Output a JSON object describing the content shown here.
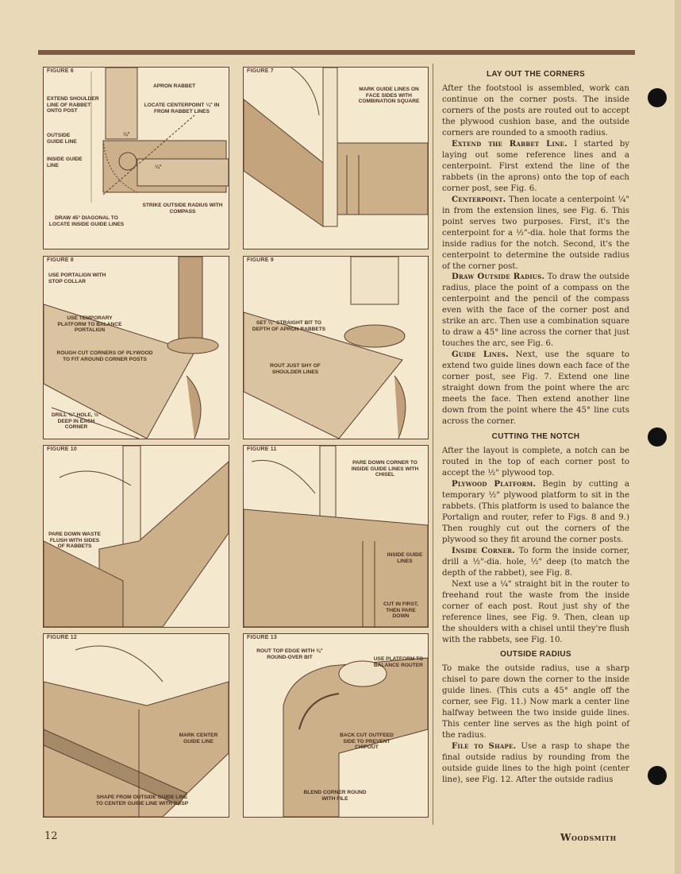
{
  "figures": [
    {
      "label": "FIGURE 6",
      "callouts": [
        "APRON RABBET",
        "EXTEND SHOULDER LINE OF RABBET ONTO POST",
        "LOCATE CENTERPOINT ¼\" IN FROM RABBET LINES",
        "OUTSIDE GUIDE LINE",
        "INSIDE GUIDE LINE",
        "STRIKE OUTSIDE RADIUS WITH COMPASS",
        "DRAW 45° DIAGONAL TO LOCATE INSIDE GUIDE LINES"
      ],
      "dims": [
        "¼\"",
        "¼\""
      ]
    },
    {
      "label": "FIGURE 7",
      "callouts": [
        "MARK GUIDE LINES ON FACE SIDES WITH COMBINATION SQUARE"
      ]
    },
    {
      "label": "FIGURE 8",
      "callouts": [
        "USE PORTALIGN WITH STOP COLLAR",
        "USE TEMPORARY PLATFORM TO BALANCE PORTALIGN",
        "ROUGH CUT CORNERS OF PLYWOOD TO FIT AROUND CORNER POSTS",
        "DRILL ½\" HOLE, ½\" DEEP IN EACH CORNER"
      ]
    },
    {
      "label": "FIGURE 9",
      "callouts": [
        "SET ¼\" STRAIGHT BIT TO DEPTH OF APRON RABBETS",
        "ROUT JUST SHY OF SHOULDER LINES"
      ]
    },
    {
      "label": "FIGURE 10",
      "callouts": [
        "PARE DOWN WASTE FLUSH WITH SIDES OF RABBETS"
      ]
    },
    {
      "label": "FIGURE 11",
      "callouts": [
        "PARE DOWN CORNER TO INSIDE GUIDE LINES WITH CHISEL",
        "INSIDE GUIDE LINES",
        "CUT IN FIRST, THEN PARE DOWN"
      ]
    },
    {
      "label": "FIGURE 12",
      "callouts": [
        "MARK CENTER GUIDE LINE",
        "SHAPE FROM OUTSIDE GUIDE LINE TO CENTER GUIDE LINE WITH RASP"
      ]
    },
    {
      "label": "FIGURE 13",
      "callouts": [
        "ROUT TOP EDGE WITH ⅜\" ROUND-OVER BIT",
        "USE PLATFORM TO BALANCE ROUTER",
        "BACK CUT OUTFEED SIDE TO PREVENT CHIPOUT",
        "BLEND CORNER ROUND WITH FILE"
      ]
    }
  ],
  "article": {
    "h1": "LAY OUT THE CORNERS",
    "p1": "After the footstool is assembled, work can continue on the corner posts. The inside corners of the posts are routed out to accept the plywood cushion base, and the outside corners are rounded to a smooth radius.",
    "p2_head": "Extend the Rabbet Line.",
    "p2": " I started by laying out some reference lines and a centerpoint. First extend the line of the rabbets (in the aprons) onto the top of each corner post, see Fig. 6.",
    "p3_head": "Centerpoint.",
    "p3": " Then locate a centerpoint ¼\" in from the extension lines, see Fig. 6. This point serves two purposes. First, it's the centerpoint for a ½\"-dia. hole that forms the inside radius for the notch. Second, it's the centerpoint to determine the outside radius of the corner post.",
    "p4_head": "Draw Outside Radius.",
    "p4": " To draw the outside radius, place the point of a compass on the centerpoint and the pencil of the compass even with the face of the corner post and strike an arc. Then use a combination square to draw a 45° line across the corner that just touches the arc, see Fig. 6.",
    "p5_head": "Guide Lines.",
    "p5": " Next, use the square to extend two guide lines down each face of the corner post, see Fig. 7. Extend one line straight down from the point where the arc meets the face. Then extend another line down from the point where the 45° line cuts across the corner.",
    "h2": "CUTTING THE NOTCH",
    "p6": "After the layout is complete, a notch can be routed in the top of each corner post to accept the ½\" plywood top.",
    "p7_head": "Plywood Platform.",
    "p7": " Begin by cutting a temporary ½\" plywood platform to sit in the rabbets. (This platform is used to balance the Portalign and router, refer to Figs. 8 and 9.) Then roughly cut out the corners of the plywood so they fit around the corner posts.",
    "p8_head": "Inside Corner.",
    "p8": " To form the inside corner, drill a ½\"-dia. hole, ½\" deep (to match the depth of the rabbet), see Fig. 8.",
    "p9": "Next use a ¼\" straight bit in the router to freehand rout the waste from the inside corner of each post. Rout just shy of the reference lines, see Fig. 9. Then, clean up the shoulders with a chisel until they're flush with the rabbets, see Fig. 10.",
    "h3": "OUTSIDE RADIUS",
    "p10": "To make the outside radius, use a sharp chisel to pare down the corner to the inside guide lines. (This cuts a 45° angle off the corner, see Fig. 11.) Now mark a center line halfway between the two inside guide lines. This center line serves as the high point of the radius.",
    "p11_head": "File to Shape.",
    "p11": " Use a rasp to shape the final outside radius by rounding from the outside guide lines to the high point (center line), see Fig. 12. After the outside radius"
  },
  "footer": {
    "page": "12",
    "brand": "Woodsmith"
  },
  "colors": {
    "paper": "#e9d9b8",
    "ink": "#3b2a1c",
    "rule": "#7a5a44"
  }
}
